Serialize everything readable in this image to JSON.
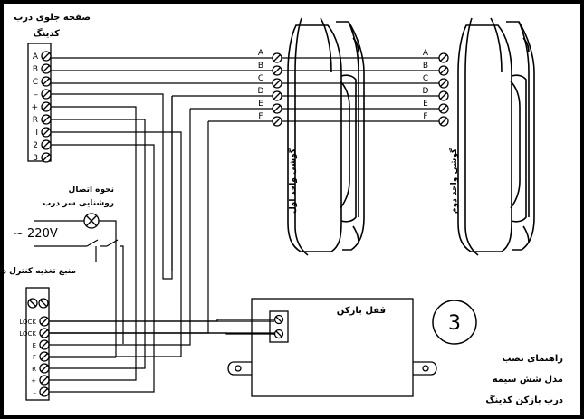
{
  "front_panel": {
    "title": "صفحه جلوی درب",
    "subtitle": "کدینگ",
    "terminals": [
      "A",
      "B",
      "C",
      "–",
      "+",
      "R",
      "I",
      "2",
      "3"
    ]
  },
  "lamp": {
    "label_line1": "نحوه اتصال",
    "label_line2": "روشنایی سر درب"
  },
  "mains": {
    "label": "~ 220V"
  },
  "power_supply": {
    "label": "منبع تغذیه کنترل دار",
    "terminals": [
      "LOCK",
      "LOCK",
      "E",
      "F",
      "R",
      "+",
      "–"
    ]
  },
  "handset_1": {
    "label": "گوشی واحد اول",
    "terminals": [
      "A",
      "B",
      "C",
      "D",
      "E",
      "F"
    ]
  },
  "handset_2": {
    "label": "گوشی واحد دوم",
    "terminals": [
      "A",
      "B",
      "C",
      "D",
      "E",
      "F"
    ]
  },
  "lock": {
    "label": "قفل بازکن"
  },
  "figure_number": "3",
  "caption": {
    "line1": "راهنمای نصب",
    "line2": "مدل شش سیمه",
    "line3": "درب بازکن کدینگ"
  }
}
